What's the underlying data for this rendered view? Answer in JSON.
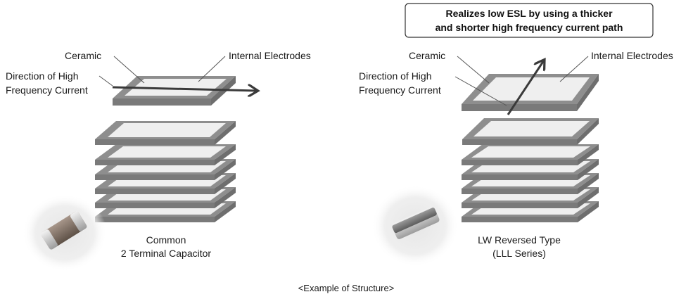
{
  "callout": {
    "line1": "Realizes low ESL by using a thicker",
    "line2": "and shorter high frequency current path"
  },
  "left": {
    "ceramic_label": "Ceramic",
    "electrodes_label": "Internal Electrodes",
    "direction_line1": "Direction of  High",
    "direction_line2": "Frequency Current",
    "caption_line1": "Common",
    "caption_line2": "2 Terminal Capacitor"
  },
  "right": {
    "ceramic_label": "Ceramic",
    "electrodes_label": "Internal Electrodes",
    "direction_line1": "Direction of High",
    "direction_line2": "Frequency Current",
    "caption_line1": "LW Reversed Type",
    "caption_line2": "(LLL Series)"
  },
  "footer_caption": "<Example of Structure>",
  "colors": {
    "plate_frame": "#8e8e8e",
    "plate_frame_edge": "#7a7a7a",
    "electrode": "#efefef",
    "arrow": "#3a3a3a",
    "leader_line": "#555555"
  }
}
